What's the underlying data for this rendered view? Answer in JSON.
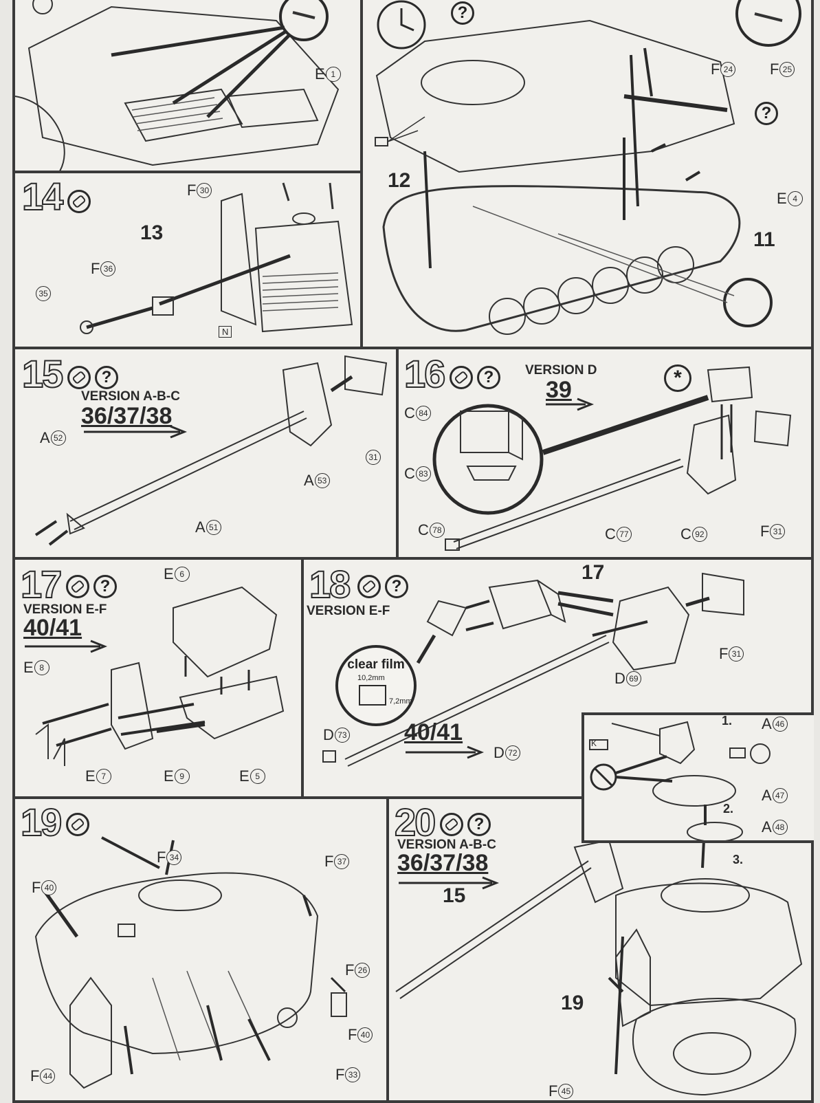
{
  "steps": {
    "s14": {
      "num": "14"
    },
    "s15": {
      "num": "15",
      "version": "VERSION A-B-C",
      "codes": "36/37/38"
    },
    "s16": {
      "num": "16",
      "version": "VERSION D",
      "codes": "39"
    },
    "s17": {
      "num": "17",
      "version": "VERSION E-F",
      "codes": "40/41"
    },
    "s18": {
      "num": "18",
      "version": "VERSION E-F",
      "codes": "40/41",
      "film_label": "clear film",
      "film_w": "10,2mm",
      "film_h": "7,2mm",
      "sub": "17"
    },
    "s19": {
      "num": "19"
    },
    "s20": {
      "num": "20",
      "version": "VERSION A-B-C",
      "codes": "36/37/38",
      "sub15": "15",
      "sub19": "19"
    }
  },
  "subassemblies": {
    "a11": "11",
    "a12": "12",
    "a13": "13"
  },
  "callouts": {
    "c1": "1.",
    "c2": "2.",
    "c3": "3."
  },
  "icons": {
    "question": "?",
    "star": "*"
  },
  "parts": {
    "e1": {
      "s": "E",
      "n": "1"
    },
    "f24": {
      "s": "F",
      "n": "24"
    },
    "f25": {
      "s": "F",
      "n": "25"
    },
    "e4": {
      "s": "E",
      "n": "4"
    },
    "f30": {
      "s": "F",
      "n": "30"
    },
    "f36": {
      "s": "F",
      "n": "36"
    },
    "p35": {
      "s": "",
      "n": "35"
    },
    "a52": {
      "s": "A",
      "n": "52"
    },
    "a53": {
      "s": "A",
      "n": "53"
    },
    "a51": {
      "s": "A",
      "n": "51"
    },
    "p31": {
      "s": "",
      "n": "31"
    },
    "c84": {
      "s": "C",
      "n": "84"
    },
    "c83": {
      "s": "C",
      "n": "83"
    },
    "c78": {
      "s": "C",
      "n": "78"
    },
    "c77": {
      "s": "C",
      "n": "77"
    },
    "c92": {
      "s": "C",
      "n": "92"
    },
    "f31a": {
      "s": "F",
      "n": "31"
    },
    "e6": {
      "s": "E",
      "n": "6"
    },
    "e8": {
      "s": "E",
      "n": "8"
    },
    "e7": {
      "s": "E",
      "n": "7"
    },
    "e9": {
      "s": "E",
      "n": "9"
    },
    "e5": {
      "s": "E",
      "n": "5"
    },
    "f31b": {
      "s": "F",
      "n": "31"
    },
    "d69": {
      "s": "D",
      "n": "69"
    },
    "d73": {
      "s": "D",
      "n": "73"
    },
    "d72": {
      "s": "D",
      "n": "72"
    },
    "a46": {
      "s": "A",
      "n": "46"
    },
    "a47": {
      "s": "A",
      "n": "47"
    },
    "a48": {
      "s": "A",
      "n": "48"
    },
    "f34": {
      "s": "F",
      "n": "34"
    },
    "f40a": {
      "s": "F",
      "n": "40"
    },
    "f37": {
      "s": "F",
      "n": "37"
    },
    "f26": {
      "s": "F",
      "n": "26"
    },
    "f40b": {
      "s": "F",
      "n": "40"
    },
    "f44": {
      "s": "F",
      "n": "44"
    },
    "f33": {
      "s": "F",
      "n": "33"
    },
    "f45": {
      "s": "F",
      "n": "45"
    }
  },
  "markers": {
    "k": "K",
    "n": "N"
  }
}
